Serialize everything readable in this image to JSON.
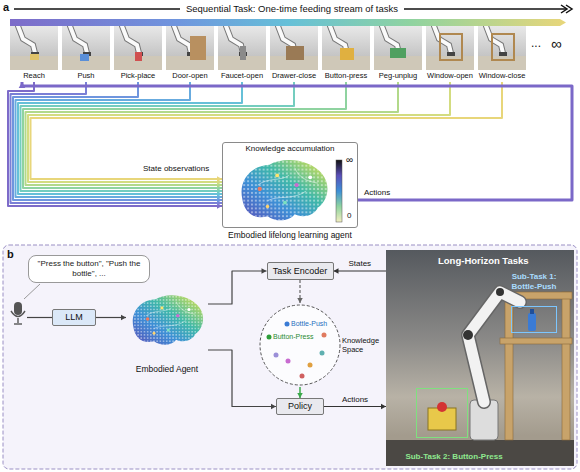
{
  "diagram": {
    "nodes": [
      {
        "text": [
          "Sequential Task: One-time feeding stream of tasks"
        ]
      },
      {
        "text": [
          "Reach"
        ]
      },
      {
        "text": [
          "Push"
        ]
      },
      {
        "text": [
          "Pick-place"
        ]
      },
      {
        "text": [
          "Door-open"
        ]
      },
      {
        "text": [
          "Faucet-open"
        ]
      },
      {
        "text": [
          "Drawer-close"
        ]
      },
      {
        "text": [
          "Button-press"
        ]
      },
      {
        "text": [
          "Peg-unplug"
        ]
      },
      {
        "text": [
          "Window-open"
        ]
      },
      {
        "text": [
          "Window-close"
        ]
      },
      {
        "text": [
          "Knowledge accumulation",
          "Embodied lifelong learning agent"
        ]
      },
      {
        "text": [
          "\"Press the button\", \"Push the bottle\", ..."
        ]
      },
      {
        "text": [
          "LLM"
        ]
      },
      {
        "text": [
          "Embodied Agent"
        ]
      },
      {
        "text": [
          "Task Encoder"
        ]
      },
      {
        "text": [
          "Knowledge Space"
        ]
      },
      {
        "text": [
          "Policy"
        ]
      },
      {
        "text": [
          "Long-Horizon Tasks"
        ]
      },
      {
        "text": [
          "Sub-Task 1: Bottle-Push"
        ],
        "in": 18
      },
      {
        "text": [
          "Sub-Task 2: Button-Press"
        ],
        "in": 18
      }
    ],
    "edges": [
      {
        "from": 1,
        "to": 11,
        "arrow": "to"
      },
      {
        "from": 2,
        "to": 11,
        "arrow": "to"
      },
      {
        "from": 3,
        "to": 11,
        "arrow": "to"
      },
      {
        "from": 4,
        "to": 11,
        "arrow": "to"
      },
      {
        "from": 5,
        "to": 11,
        "arrow": "to"
      },
      {
        "from": 6,
        "to": 11,
        "arrow": "to"
      },
      {
        "from": 7,
        "to": 11,
        "arrow": "to"
      },
      {
        "from": 8,
        "to": 11,
        "arrow": "to"
      },
      {
        "from": 9,
        "to": 11,
        "arrow": "to"
      },
      {
        "from": 10,
        "to": 11,
        "arrow": "to"
      },
      {
        "from": 11,
        "to": 1,
        "arrow": "to"
      },
      {
        "from": 13,
        "to": 14,
        "arrow": "to"
      },
      {
        "from": 14,
        "to": 15,
        "arrow": "to"
      },
      {
        "from": 14,
        "to": 17,
        "arrow": "to"
      },
      {
        "from": 15,
        "to": 16,
        "arrow": "to"
      },
      {
        "from": 16,
        "to": 17,
        "arrow": "to"
      },
      {
        "from": 17,
        "to": 18,
        "label": "Actions",
        "arrow": "to"
      },
      {
        "from": 18,
        "to": 15,
        "label": "States",
        "arrow": "to"
      }
    ],
    "labels": [
      "a",
      "b",
      "...",
      "∞",
      "∞",
      "0",
      "State observations",
      "Actions",
      "Bottle-Push",
      "Button-Press"
    ]
  }
}
